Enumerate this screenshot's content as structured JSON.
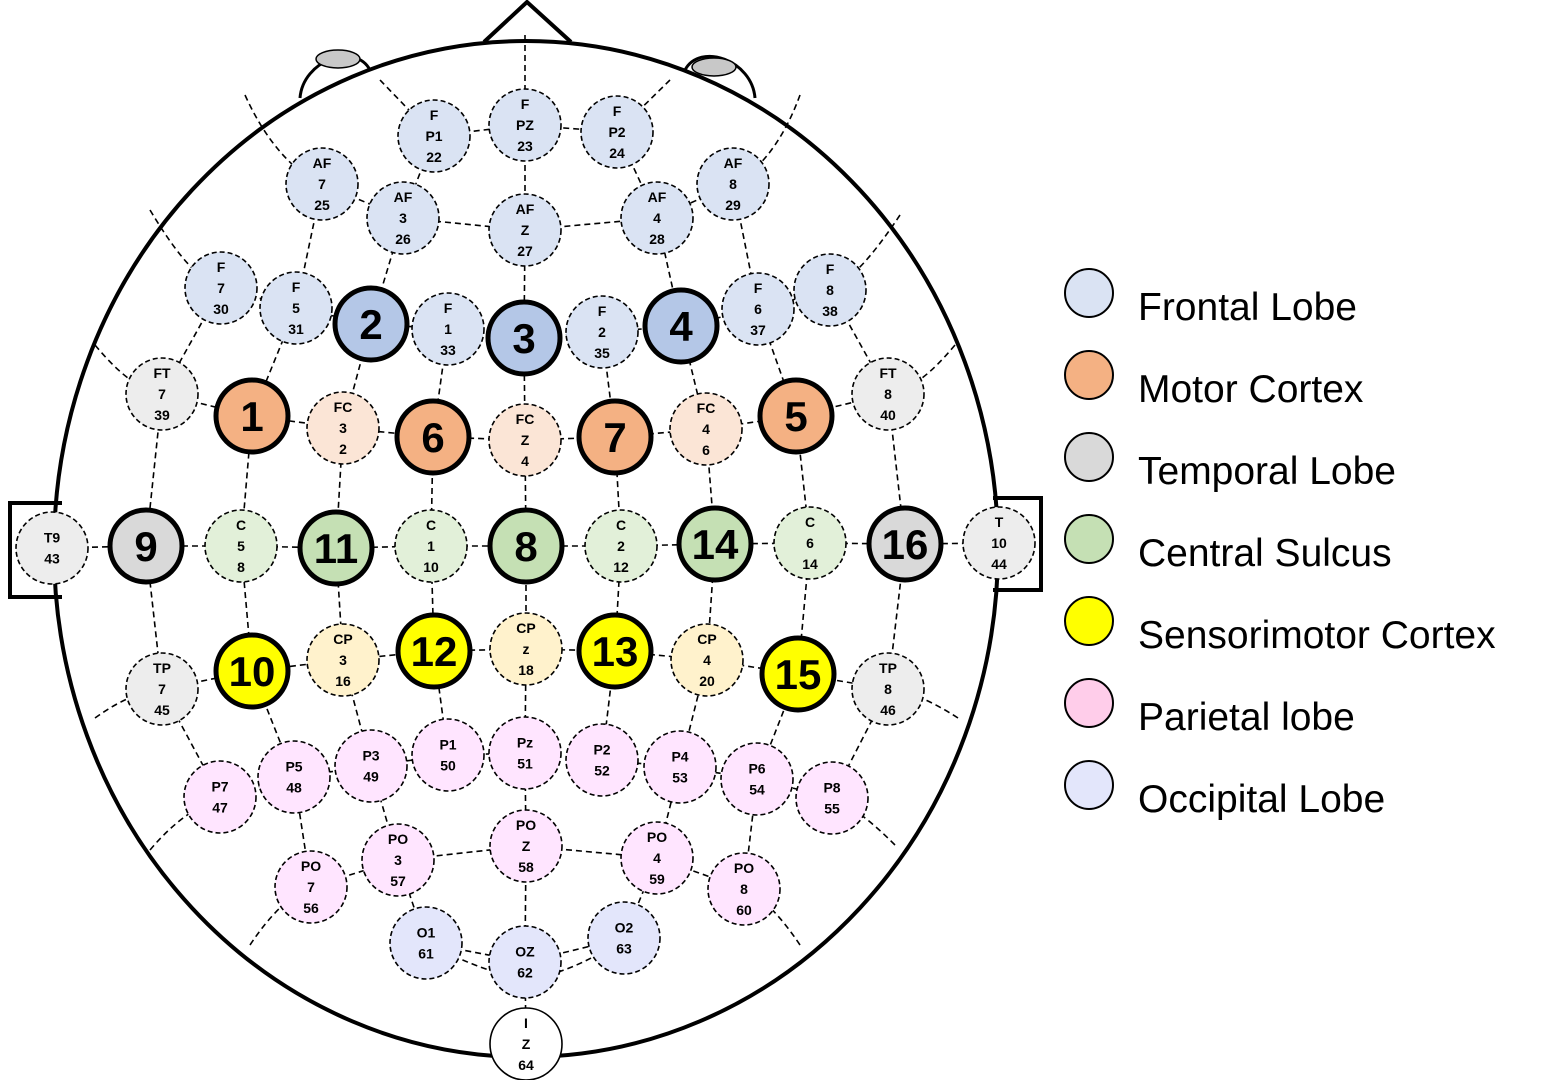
{
  "lobes": {
    "frontal": {
      "fill": "#dae3f3",
      "strong": "#b4c7e7"
    },
    "motor": {
      "fill": "#fbe5d6",
      "strong": "#f4b183"
    },
    "temporal": {
      "fill": "#ededed",
      "strong": "#d9d9d9"
    },
    "central": {
      "fill": "#e2f0d9",
      "strong": "#c5e0b4"
    },
    "sensorimotor": {
      "fill": "#fff2cc",
      "strong": "#ffff00"
    },
    "parietal": {
      "fill": "#ffe5ff",
      "strong": "#ffcdea"
    },
    "occipital": {
      "fill": "#e3e6fb",
      "strong": "#e3e6fb"
    },
    "ref": {
      "fill": "#ffffff",
      "strong": "#ffffff"
    }
  },
  "legend": [
    {
      "label": "Frontal Lobe",
      "color": "#dae3f3"
    },
    {
      "label": "Motor Cortex",
      "color": "#f4b183"
    },
    {
      "label": "Temporal Lobe",
      "color": "#d9d9d9"
    },
    {
      "label": "Central Sulcus",
      "color": "#c5e0b4"
    },
    {
      "label": "Sensorimotor Cortex",
      "color": "#ffff00"
    },
    {
      "label": "Parietal lobe",
      "color": "#ffcdea"
    },
    {
      "label": "Occipital Lobe",
      "color": "#e3e6fb"
    }
  ],
  "selected_electrodes": [
    {
      "label": "1",
      "lobe": "motor"
    },
    {
      "label": "2",
      "lobe": "frontal"
    },
    {
      "label": "3",
      "lobe": "frontal"
    },
    {
      "label": "4",
      "lobe": "frontal"
    },
    {
      "label": "5",
      "lobe": "motor"
    },
    {
      "label": "6",
      "lobe": "motor"
    },
    {
      "label": "7",
      "lobe": "motor"
    },
    {
      "label": "8",
      "lobe": "central"
    },
    {
      "label": "9",
      "lobe": "temporal"
    },
    {
      "label": "10",
      "lobe": "sensorimotor"
    },
    {
      "label": "11",
      "lobe": "central"
    },
    {
      "label": "12",
      "lobe": "sensorimotor"
    },
    {
      "label": "13",
      "lobe": "sensorimotor"
    },
    {
      "label": "14",
      "lobe": "central"
    },
    {
      "label": "15",
      "lobe": "sensorimotor"
    },
    {
      "label": "16",
      "lobe": "temporal"
    }
  ],
  "electrodes": [
    {
      "lines": [
        "F",
        "P1",
        "22"
      ],
      "lobe": "frontal"
    },
    {
      "lines": [
        "F",
        "PZ",
        "23"
      ],
      "lobe": "frontal"
    },
    {
      "lines": [
        "F",
        "P2",
        "24"
      ],
      "lobe": "frontal"
    },
    {
      "lines": [
        "AF",
        "7",
        "25"
      ],
      "lobe": "frontal"
    },
    {
      "lines": [
        "AF",
        "3",
        "26"
      ],
      "lobe": "frontal"
    },
    {
      "lines": [
        "AF",
        "Z",
        "27"
      ],
      "lobe": "frontal"
    },
    {
      "lines": [
        "AF",
        "4",
        "28"
      ],
      "lobe": "frontal"
    },
    {
      "lines": [
        "AF",
        "8",
        "29"
      ],
      "lobe": "frontal"
    },
    {
      "lines": [
        "F",
        "7",
        "30"
      ],
      "lobe": "frontal"
    },
    {
      "lines": [
        "F",
        "5",
        "31"
      ],
      "lobe": "frontal"
    },
    {
      "lines": [
        "F",
        "1",
        "33"
      ],
      "lobe": "frontal"
    },
    {
      "lines": [
        "F",
        "2",
        "35"
      ],
      "lobe": "frontal"
    },
    {
      "lines": [
        "F",
        "6",
        "37"
      ],
      "lobe": "frontal"
    },
    {
      "lines": [
        "F",
        "8",
        "38"
      ],
      "lobe": "frontal"
    },
    {
      "lines": [
        "FT",
        "7",
        "39"
      ],
      "lobe": "temporal"
    },
    {
      "lines": [
        "FT",
        "8",
        "40"
      ],
      "lobe": "temporal"
    },
    {
      "lines": [
        "FC",
        "3",
        "2"
      ],
      "lobe": "motor"
    },
    {
      "lines": [
        "FC",
        "Z",
        "4"
      ],
      "lobe": "motor"
    },
    {
      "lines": [
        "FC",
        "4",
        "6"
      ],
      "lobe": "motor"
    },
    {
      "lines": [
        "T9",
        "43"
      ],
      "lobe": "temporal"
    },
    {
      "lines": [
        "C",
        "5",
        "8"
      ],
      "lobe": "central"
    },
    {
      "lines": [
        "C",
        "1",
        "10"
      ],
      "lobe": "central"
    },
    {
      "lines": [
        "C",
        "2",
        "12"
      ],
      "lobe": "central"
    },
    {
      "lines": [
        "C",
        "6",
        "14"
      ],
      "lobe": "central"
    },
    {
      "lines": [
        "T",
        "10",
        "44"
      ],
      "lobe": "temporal"
    },
    {
      "lines": [
        "CP",
        "3",
        "16"
      ],
      "lobe": "sensorimotor"
    },
    {
      "lines": [
        "CP",
        "z",
        "18"
      ],
      "lobe": "sensorimotor"
    },
    {
      "lines": [
        "CP",
        "4",
        "20"
      ],
      "lobe": "sensorimotor"
    },
    {
      "lines": [
        "TP",
        "7",
        "45"
      ],
      "lobe": "temporal"
    },
    {
      "lines": [
        "TP",
        "8",
        "46"
      ],
      "lobe": "temporal"
    },
    {
      "lines": [
        "P7",
        "47"
      ],
      "lobe": "parietal"
    },
    {
      "lines": [
        "P5",
        "48"
      ],
      "lobe": "parietal"
    },
    {
      "lines": [
        "P3",
        "49"
      ],
      "lobe": "parietal"
    },
    {
      "lines": [
        "P1",
        "50"
      ],
      "lobe": "parietal"
    },
    {
      "lines": [
        "Pz",
        "51"
      ],
      "lobe": "parietal"
    },
    {
      "lines": [
        "P2",
        "52"
      ],
      "lobe": "parietal"
    },
    {
      "lines": [
        "P4",
        "53"
      ],
      "lobe": "parietal"
    },
    {
      "lines": [
        "P6",
        "54"
      ],
      "lobe": "parietal"
    },
    {
      "lines": [
        "P8",
        "55"
      ],
      "lobe": "parietal"
    },
    {
      "lines": [
        "PO",
        "7",
        "56"
      ],
      "lobe": "parietal"
    },
    {
      "lines": [
        "PO",
        "3",
        "57"
      ],
      "lobe": "parietal"
    },
    {
      "lines": [
        "PO",
        "Z",
        "58"
      ],
      "lobe": "parietal"
    },
    {
      "lines": [
        "PO",
        "4",
        "59"
      ],
      "lobe": "parietal"
    },
    {
      "lines": [
        "PO",
        "8",
        "60"
      ],
      "lobe": "parietal"
    },
    {
      "lines": [
        "O1",
        "61"
      ],
      "lobe": "occipital"
    },
    {
      "lines": [
        "OZ",
        "62"
      ],
      "lobe": "occipital"
    },
    {
      "lines": [
        "O2",
        "63"
      ],
      "lobe": "occipital"
    },
    {
      "lines": [
        "I",
        "Z",
        "64"
      ],
      "lobe": "ref"
    }
  ]
}
